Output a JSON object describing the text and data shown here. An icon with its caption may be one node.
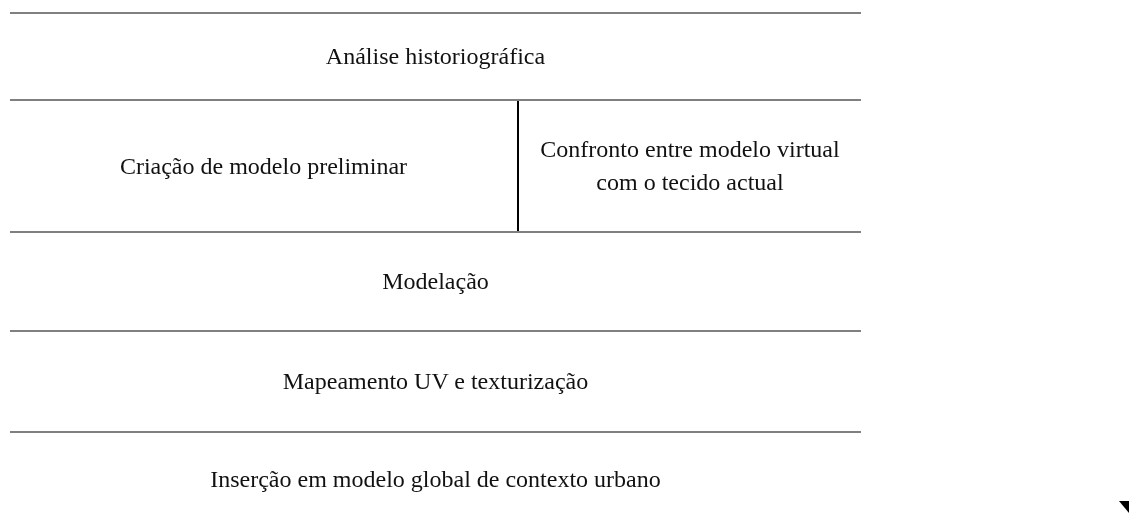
{
  "diagram": {
    "labels": [
      "Análise historiográfica",
      "Criação de modelo preliminar",
      "Confronto entre modelo virtual com o tecido actual",
      "Modelação",
      "Mapeamento UV e texturização",
      "Inserção em modelo global de contexto urbano"
    ]
  }
}
